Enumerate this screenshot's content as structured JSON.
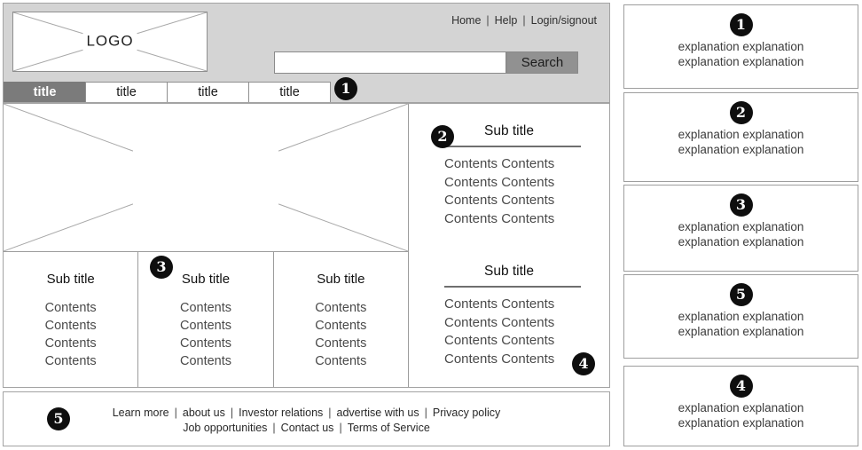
{
  "header": {
    "logo": "LOGO",
    "nav": {
      "items": [
        "Home",
        "Help",
        "Login/signout"
      ],
      "separator": "|"
    },
    "search": {
      "value": "",
      "button": "Search"
    }
  },
  "tabs": [
    {
      "label": "title",
      "active": true
    },
    {
      "label": "title",
      "active": false
    },
    {
      "label": "title",
      "active": false
    },
    {
      "label": "title",
      "active": false
    }
  ],
  "wire_markers": {
    "m1": "1",
    "m2": "2",
    "m3": "3",
    "m4": "4",
    "m5": "5"
  },
  "right_column": {
    "sections": [
      {
        "title": "Sub title",
        "lines": [
          "Contents Contents",
          "Contents Contents",
          "Contents Contents",
          "Contents Contents"
        ]
      },
      {
        "title": "Sub title",
        "lines": [
          "Contents Contents",
          "Contents Contents",
          "Contents Contents",
          "Contents Contents"
        ]
      }
    ]
  },
  "columns": [
    {
      "title": "Sub title",
      "lines": [
        "Contents",
        "Contents",
        "Contents",
        "Contents"
      ]
    },
    {
      "title": "Sub title",
      "lines": [
        "Contents",
        "Contents",
        "Contents",
        "Contents"
      ]
    },
    {
      "title": "Sub title",
      "lines": [
        "Contents",
        "Contents",
        "Contents",
        "Contents"
      ]
    }
  ],
  "footer": {
    "separator": "|",
    "row1": [
      "Learn more",
      "about us",
      "Investor relations",
      "advertise with us",
      "Privacy policy"
    ],
    "row2": [
      "Job opportunities",
      "Contact us",
      "Terms of Service"
    ]
  },
  "legend": {
    "items": [
      {
        "number": "1",
        "text": "explanation explanation\nexplanation explanation"
      },
      {
        "number": "2",
        "text": "explanation explanation\nexplanation explanation"
      },
      {
        "number": "3",
        "text": "explanation explanation\nexplanation explanation"
      },
      {
        "number": "5",
        "text": "explanation explanation\nexplanation explanation"
      },
      {
        "number": "4",
        "text": "explanation explanation\nexplanation explanation"
      }
    ]
  }
}
